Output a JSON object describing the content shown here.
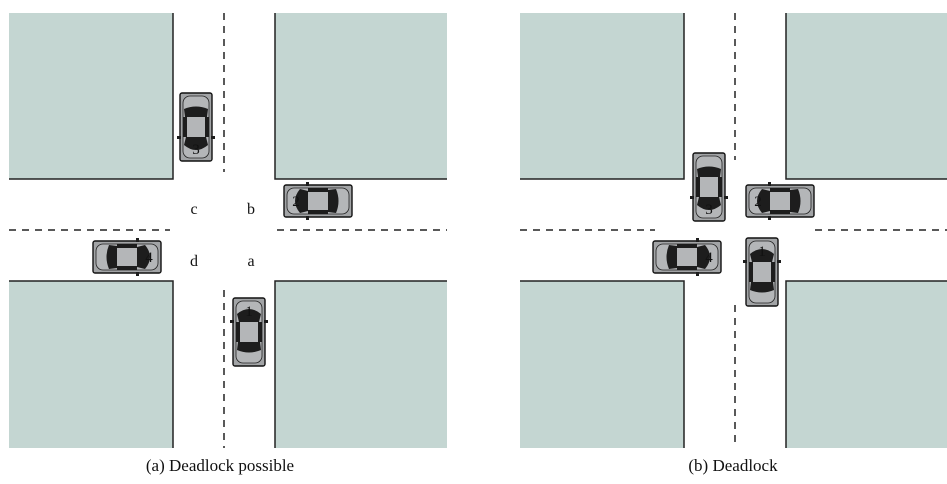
{
  "panels": [
    {
      "id": "a",
      "caption": "(a) Deadlock possible",
      "quadrant_labels": {
        "a": "a",
        "b": "b",
        "c": "c",
        "d": "d"
      },
      "cars": [
        {
          "number": "1"
        },
        {
          "number": "2"
        },
        {
          "number": "3"
        },
        {
          "number": "4"
        }
      ]
    },
    {
      "id": "b",
      "caption": "(b) Deadlock",
      "cars": [
        {
          "number": "1"
        },
        {
          "number": "2"
        },
        {
          "number": "3"
        },
        {
          "number": "4"
        }
      ]
    }
  ],
  "colors": {
    "block": "#c4d6d2",
    "car_body": "#a2a4a6",
    "car_dark": "#1d1d1d",
    "line": "#222222"
  }
}
